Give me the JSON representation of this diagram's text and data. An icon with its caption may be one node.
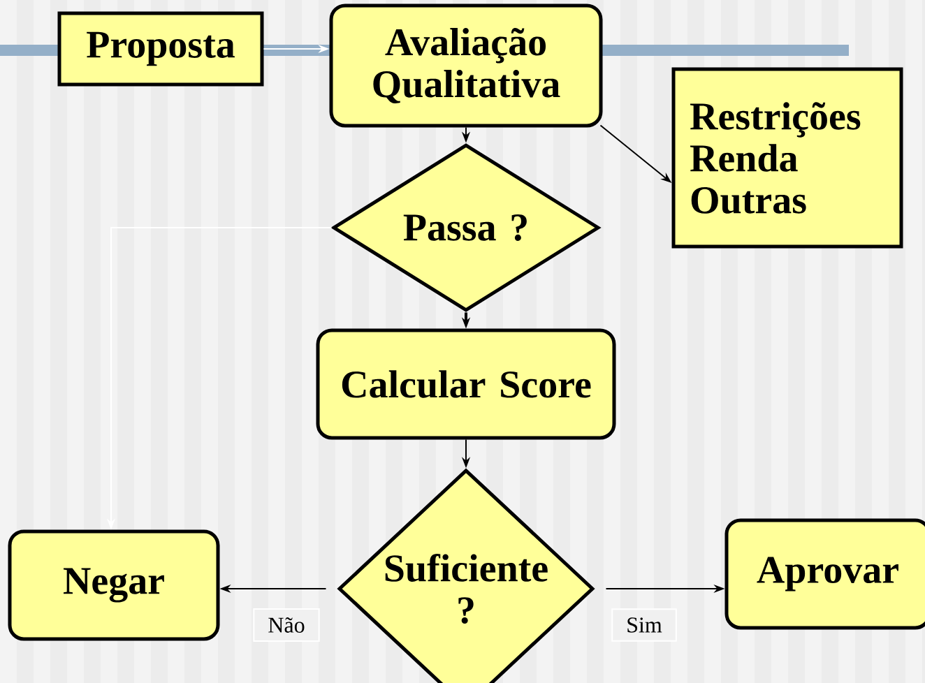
{
  "diagram": {
    "nodes": [
      {
        "text": [
          "Proposta"
        ]
      },
      {
        "text": [
          "Avaliação Qualitativa"
        ]
      },
      {
        "text": [
          "Restrições Renda Outras"
        ]
      },
      {
        "text": [
          "Passa ?"
        ]
      },
      {
        "text": [
          "Calcular Score"
        ]
      },
      {
        "text": [
          "Negar"
        ]
      },
      {
        "text": [
          "Suficiente ?"
        ]
      },
      {
        "text": [
          "Aprovar"
        ]
      }
    ],
    "edges": [
      {
        "from": 0,
        "to": 1,
        "arrow": "to",
        "color": "#ffffff"
      },
      {
        "from": 1,
        "to": 3,
        "arrow": "to"
      },
      {
        "from": 1,
        "to": 2,
        "arrow": "to"
      },
      {
        "from": 3,
        "to": 4,
        "arrow": "to",
        "style": "thick"
      },
      {
        "from": 3,
        "to": 5,
        "arrow": "to",
        "color": "#ffffff"
      },
      {
        "from": 4,
        "to": 6,
        "arrow": "to"
      },
      {
        "from": 6,
        "to": 5,
        "arrow": "to",
        "label": "Não"
      },
      {
        "from": 6,
        "to": 7,
        "arrow": "to",
        "label": "Sim"
      }
    ]
  }
}
